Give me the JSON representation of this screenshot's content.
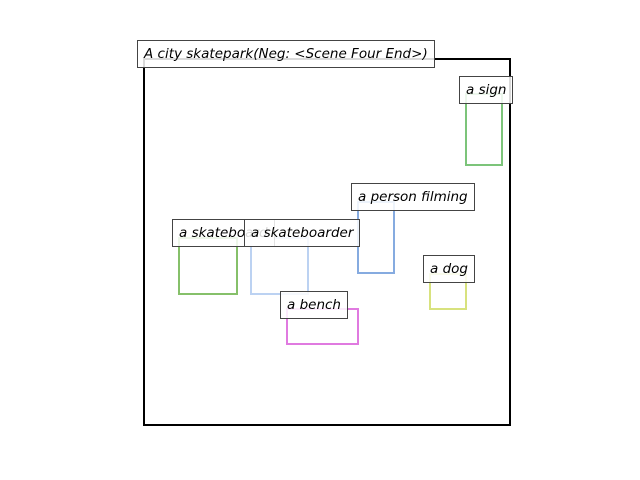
{
  "scene": {
    "title": "A city skatepark(Neg: <Scene Four End>)",
    "objects": [
      {
        "id": "sign",
        "label": "a sign",
        "color": "#7cc47a"
      },
      {
        "id": "person",
        "label": "a person filming",
        "color": "#86abe0"
      },
      {
        "id": "skateboard",
        "label": "a skateboard",
        "color": "#86c06a"
      },
      {
        "id": "skateboarder",
        "label": "a skateboarder",
        "color": "#bcd2f2"
      },
      {
        "id": "dog",
        "label": "a dog",
        "color": "#d8e27e"
      },
      {
        "id": "bench",
        "label": "a bench",
        "color": "#e07ae0"
      }
    ]
  }
}
